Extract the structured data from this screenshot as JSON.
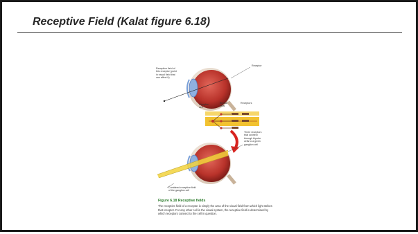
{
  "slide": {
    "title": "Receptive Field (Kalat figure 6.18)"
  },
  "figure": {
    "labels": {
      "receptive_field_receptor": "Receptive field of\nthis receptor (point\nin visual field that\ncan affect it)",
      "receptor_top": "Receptor",
      "ganglion_cell": "Ganglion\ncell",
      "bipolar_cells": "Bipolar\ncells",
      "receptors": "Receptors",
      "three_receptors": "Three receptors\nthat connect\nthrough bipolar\ncells to a given\nganglion cell",
      "combined_field": "Combined receptive field\nof the ganglion cell"
    },
    "caption_title": "Figure 6.18  Receptive fields",
    "caption_body": "The receptive field of a receptor is simply the area of the visual field from which light strikes that receptor. For any other cell in the visual system, the receptive field is determined by which receptors connect to the cell in question."
  },
  "colors": {
    "eye_red": "#c0392b",
    "sclera": "#f0e6dc",
    "lens_blue": "#8fb0e0",
    "retina_band": "#f2c230",
    "arrow_red": "#d8231f",
    "caption_green": "#2a7a2a"
  }
}
